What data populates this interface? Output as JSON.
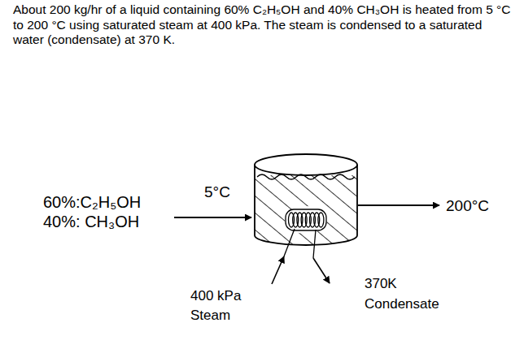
{
  "diagram": {
    "caption": "About 200 kg/hr of a liquid containing 60% C₂H₅OH and 40% CH₃OH is heated from 5 °C to 200 °C using saturated steam at 400 kPa. The steam is condensed to a saturated water (condensate) at 370 K.",
    "labels": [
      "5°C",
      "60%:C₂H₅OH",
      "40%: CH₃OH",
      "200°C",
      "400 kPa",
      "Steam",
      "370K",
      "Condensate"
    ]
  }
}
